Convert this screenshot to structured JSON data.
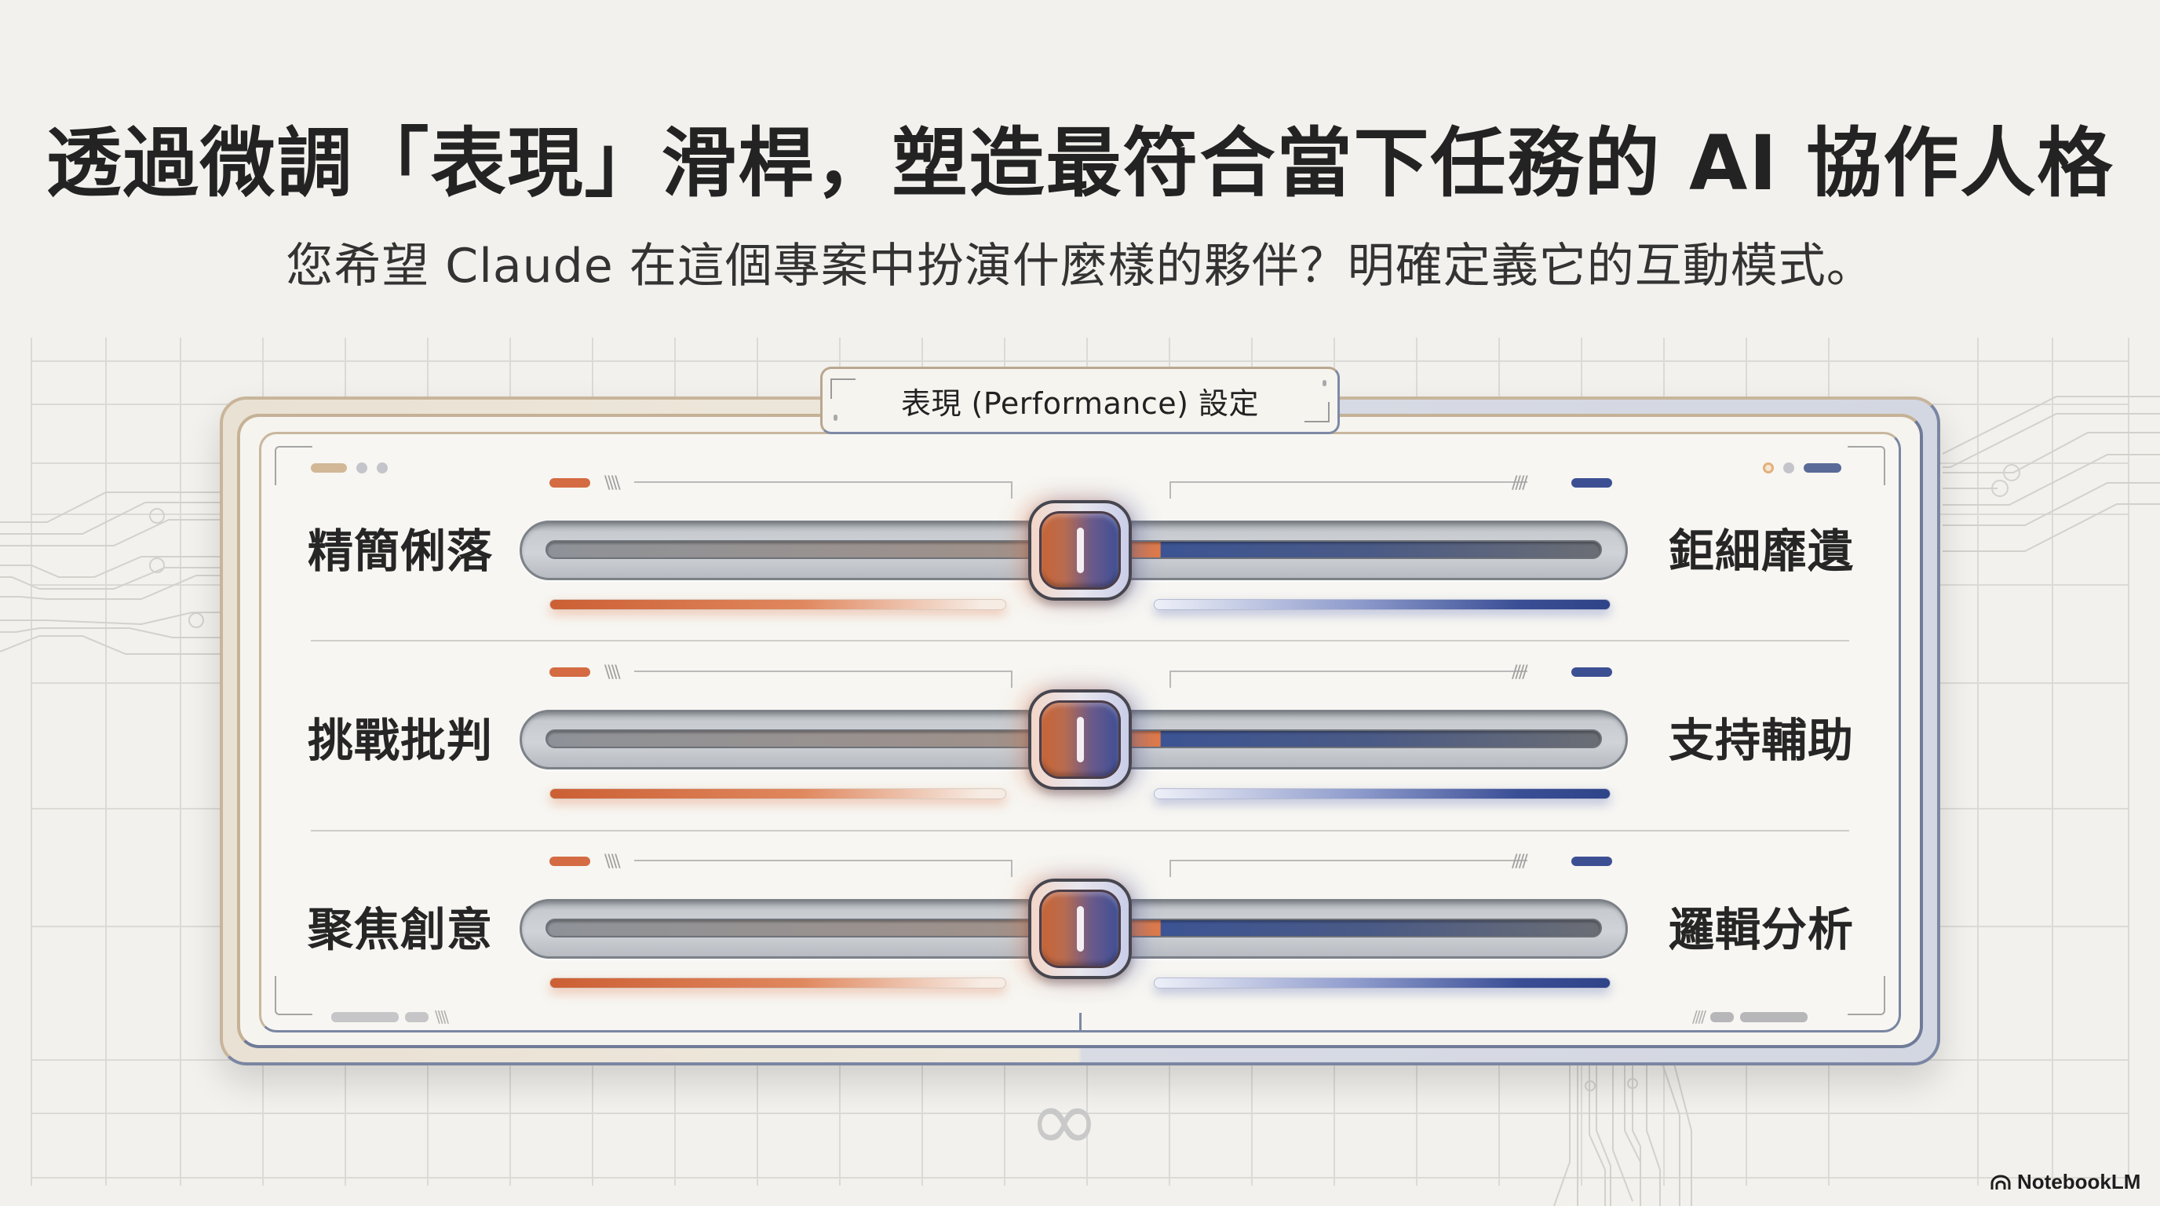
{
  "header": {
    "title": "透過微調「表現」滑桿，塑造最符合當下任務的 AI 協作人格",
    "subtitle": "您希望 Claude 在這個專案中扮演什麼樣的夥伴？明確定義它的互動模式。"
  },
  "panel": {
    "title": "表現 (Performance) 設定",
    "left_accent_color": "#d46b42",
    "right_accent_color": "#3d4f93",
    "sliders": [
      {
        "left_label": "精簡俐落",
        "right_label": "鉅細靡遺",
        "position": "center"
      },
      {
        "left_label": "挑戰批判",
        "right_label": "支持輔助",
        "position": "center"
      },
      {
        "left_label": "聚焦創意",
        "right_label": "邏輯分析",
        "position": "center"
      }
    ]
  },
  "decor": {
    "infinity_icon": "∞",
    "hatch": "\\\\\\\\",
    "hatch_right": "////"
  },
  "footer": {
    "brand": "NotebookLM"
  }
}
